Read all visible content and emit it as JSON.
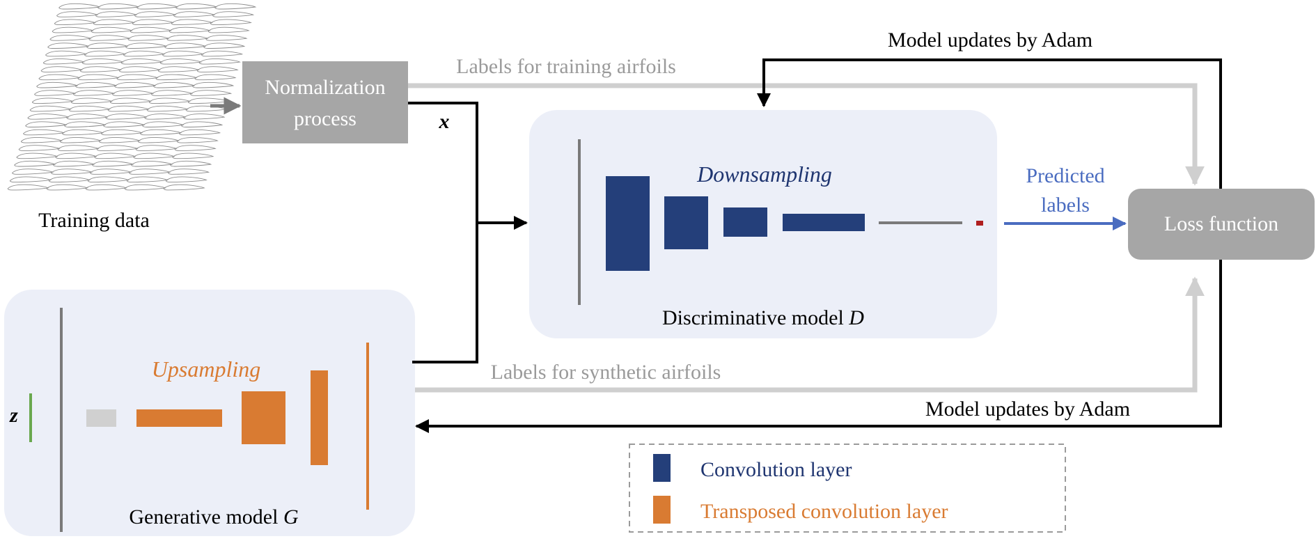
{
  "training_data": {
    "label": "Training data"
  },
  "normalization": {
    "line1": "Normalization",
    "line2": "process"
  },
  "x_symbol": "x",
  "z_symbol": "z",
  "labels_training": "Labels for training airfoils",
  "labels_synthetic": "Labels for synthetic airfoils",
  "model_updates_top": "Model updates by Adam",
  "model_updates_bottom": "Model updates by Adam",
  "discriminator": {
    "heading": "Downsampling",
    "caption_text": "Discriminative model ",
    "caption_symbol": "D"
  },
  "generator": {
    "heading": "Upsampling",
    "caption_text": "Generative model ",
    "caption_symbol": "G"
  },
  "predicted_labels": {
    "line1": "Predicted",
    "line2": "labels"
  },
  "loss_function": "Loss function",
  "legend": {
    "convolution": "Convolution layer",
    "transposed": "Transposed convolution layer"
  },
  "colors": {
    "navy": "#243f7a",
    "orange": "#d97b32",
    "gray_box": "#a6a6a6",
    "light_arrow": "#cfcfcf",
    "panel": "#eceff8",
    "predicted_blue": "#4a6cc0",
    "heading_blue": "#1f3570",
    "output_red": "#b01f1f",
    "latent_green": "#6aa84f"
  }
}
